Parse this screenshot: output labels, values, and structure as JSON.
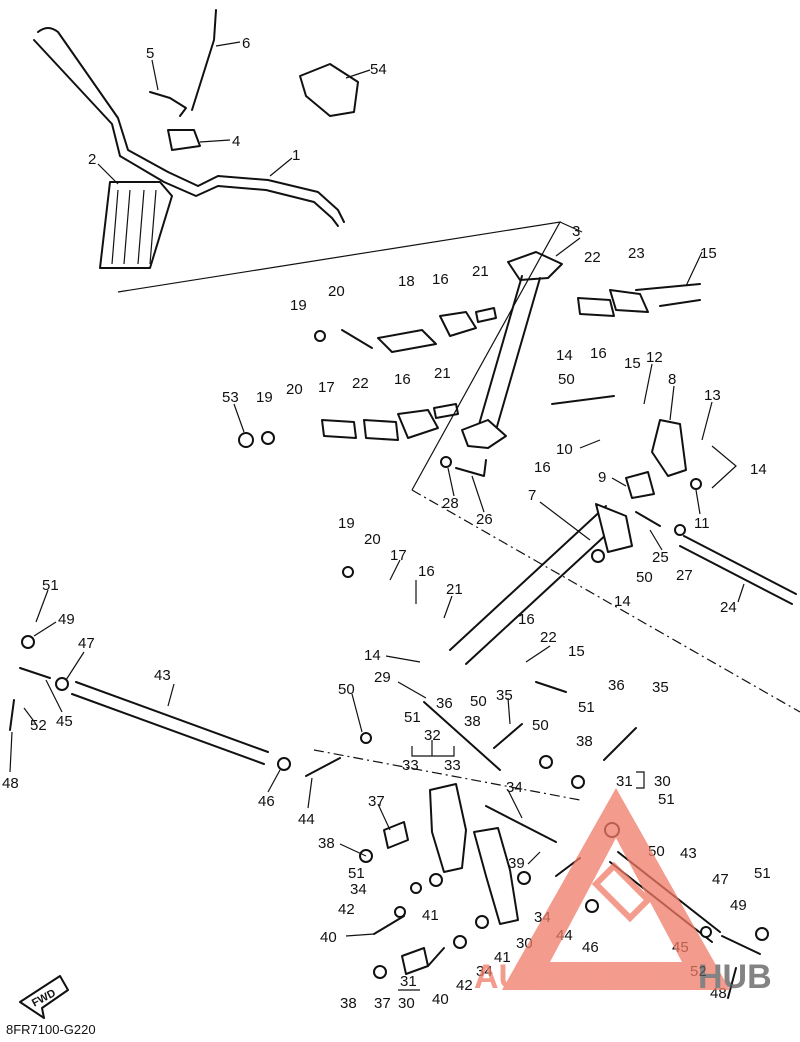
{
  "diagram_code": "8FR7100-G220",
  "fwd_label": "FWD",
  "watermark": {
    "part1": "AUTOMOTO",
    "part2": "HUB",
    "color1": "#f07a66",
    "color2": "#5a5a5a"
  },
  "labels": {
    "l1": "1",
    "l2": "2",
    "l3": "3",
    "l4": "4",
    "l5": "5",
    "l6": "6",
    "l7": "7",
    "l8": "8",
    "l9": "9",
    "l10": "10",
    "l11": "11",
    "l12": "12",
    "l13": "13",
    "l14a": "14",
    "l14b": "14",
    "l14c": "14",
    "l14d": "14",
    "l15a": "15",
    "l15b": "15",
    "l15c": "15",
    "l16a": "16",
    "l16b": "16",
    "l16c": "16",
    "l16d": "16",
    "l16e": "16",
    "l16f": "16",
    "l17a": "17",
    "l17b": "17",
    "l18": "18",
    "l19a": "19",
    "l19b": "19",
    "l19c": "19",
    "l20a": "20",
    "l20b": "20",
    "l20c": "20",
    "l21a": "21",
    "l21b": "21",
    "l21c": "21",
    "l22a": "22",
    "l22b": "22",
    "l22c": "22",
    "l23": "23",
    "l24": "24",
    "l25": "25",
    "l26": "26",
    "l27": "27",
    "l28": "28",
    "l29": "29",
    "l30a": "30",
    "l30b": "30",
    "l30c": "30",
    "l31a": "31",
    "l31b": "31",
    "l32": "32",
    "l33a": "33",
    "l33b": "33",
    "l34a": "34",
    "l34b": "34",
    "l34c": "34",
    "l34d": "34",
    "l35a": "35",
    "l35b": "35",
    "l36a": "36",
    "l36b": "36",
    "l37a": "37",
    "l37b": "37",
    "l38a": "38",
    "l38b": "38",
    "l38c": "38",
    "l38d": "38",
    "l39": "39",
    "l40a": "40",
    "l40b": "40",
    "l41a": "41",
    "l41b": "41",
    "l42a": "42",
    "l42b": "42",
    "l43a": "43",
    "l43b": "43",
    "l44a": "44",
    "l44b": "44",
    "l45a": "45",
    "l45b": "45",
    "l46a": "46",
    "l46b": "46",
    "l47a": "47",
    "l47b": "47",
    "l48a": "48",
    "l48b": "48",
    "l49a": "49",
    "l49b": "49",
    "l50a": "50",
    "l50b": "50",
    "l50c": "50",
    "l50d": "50",
    "l50e": "50",
    "l50f": "50",
    "l51a": "51",
    "l51b": "51",
    "l51c": "51",
    "l51d": "51",
    "l51e": "51",
    "l51f": "51",
    "l52a": "52",
    "l52b": "52",
    "l53": "53",
    "l54": "54"
  }
}
